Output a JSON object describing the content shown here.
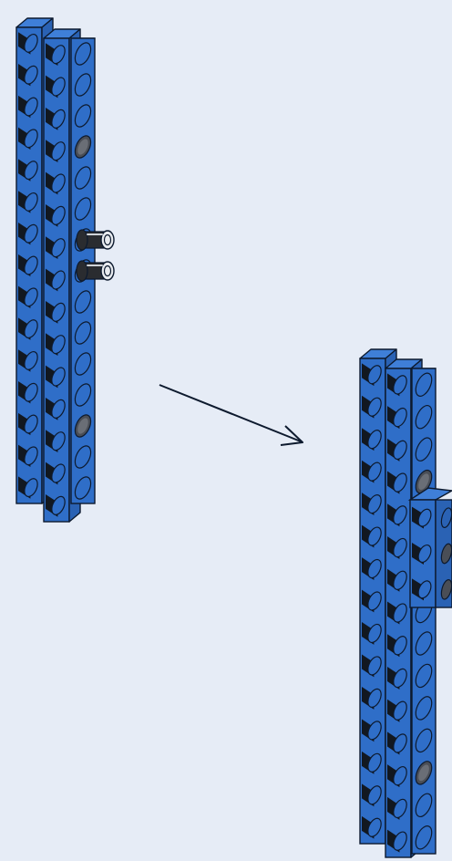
{
  "diagram": {
    "background": "#e6ecf6",
    "colors": {
      "beam_front": "#2f6ec8",
      "beam_side": "#2a62b4",
      "beam_top": "#3f7fd8",
      "outline": "#0d1a2e",
      "hole_dark": "#121820",
      "hole_gray": "#4a4e56",
      "pin_body": "#2a2c30",
      "pin_highlight": "#cfd3d8"
    },
    "step_before": {
      "beams": 2,
      "holes_per_column": 15,
      "filled_holes": [
        3,
        12
      ],
      "pins": 2,
      "pin_positions": [
        7,
        8
      ]
    },
    "arrow": {
      "direction": "down-right"
    },
    "step_after": {
      "beams": 2,
      "holes_per_column": 15,
      "filled_holes": [
        3,
        12
      ],
      "attached_part": {
        "type": "short-beam",
        "holes": 3,
        "filled_holes": [
          1,
          2
        ]
      }
    },
    "icons": [
      "lego-technic-beam-icon",
      "friction-pin-icon",
      "arrow-icon"
    ]
  }
}
